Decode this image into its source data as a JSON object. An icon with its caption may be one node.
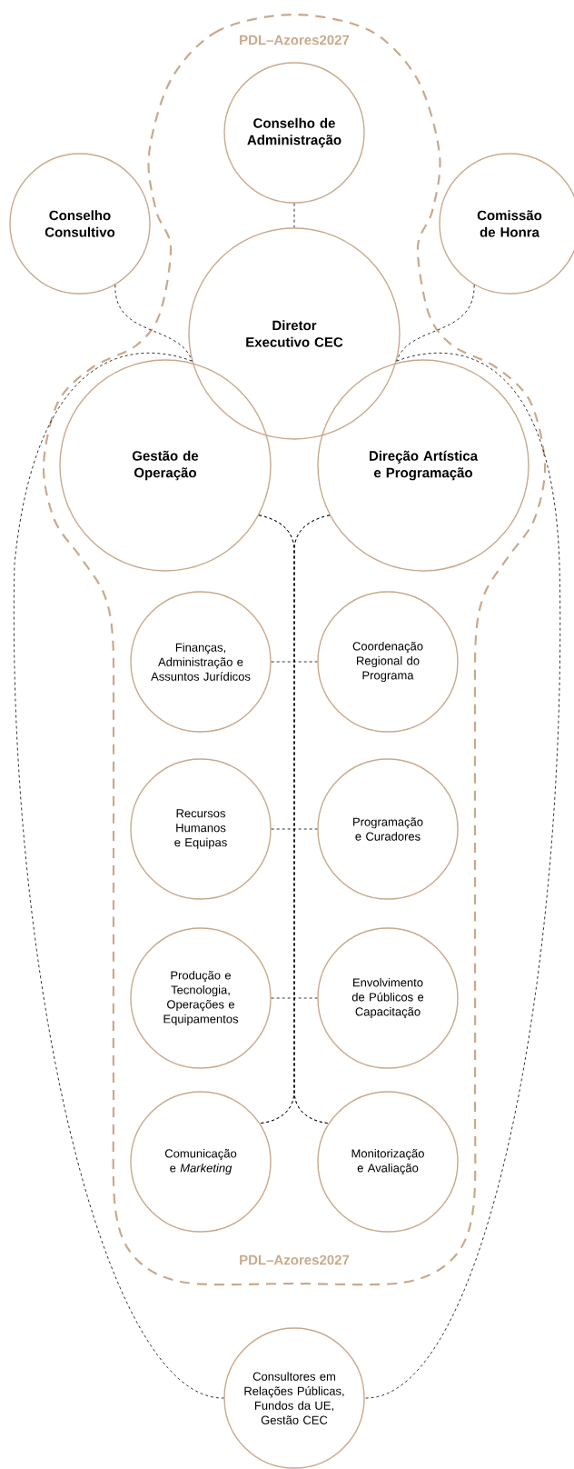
{
  "diagram": {
    "nodes": [
      {
        "text": [
          "PDL–Azores2027",
          "PDL–Azores2027"
        ]
      },
      {
        "text": [
          "Conselho de Administração"
        ],
        "in": 0
      },
      {
        "text": [
          "Conselho Consultivo"
        ]
      },
      {
        "text": [
          "Comissão de Honra"
        ]
      },
      {
        "text": [
          "Diretor Executivo CEC"
        ],
        "in": 0
      },
      {
        "text": [
          "Gestão de Operação"
        ],
        "in": 0
      },
      {
        "text": [
          "Direção Artística e Programação"
        ],
        "in": 0
      },
      {
        "text": [
          "Finanças, Administração e Assuntos Jurídicos"
        ],
        "in": 0
      },
      {
        "text": [
          "Coordenação Regional do Programa"
        ],
        "in": 0
      },
      {
        "text": [
          "Recursos Humanos e Equipas"
        ],
        "in": 0
      },
      {
        "text": [
          "Programação e Curadores"
        ],
        "in": 0
      },
      {
        "text": [
          "Produção e Tecnologia, Operações e Equipamentos"
        ],
        "in": 0
      },
      {
        "text": [
          "Envolvimento de Públicos e Capacitação"
        ],
        "in": 0
      },
      {
        "text": [
          "Comunicação e *Marketing*"
        ],
        "in": 0
      },
      {
        "text": [
          "Monitorização e Avaliação"
        ],
        "in": 0
      },
      {
        "text": [
          "Consultores em Relações Públicas, Fundos da UE, Gestão CEC"
        ]
      }
    ],
    "edges": [
      {
        "from": 1,
        "to": 4,
        "arrow": "none"
      },
      {
        "from": 2,
        "to": 4,
        "arrow": "none"
      },
      {
        "from": 3,
        "to": 4,
        "arrow": "none"
      },
      {
        "from": 4,
        "to": 15,
        "arrow": "none"
      },
      {
        "from": 4,
        "to": 15,
        "arrow": "none"
      },
      {
        "from": 5,
        "to": 13,
        "arrow": "none"
      },
      {
        "from": 5,
        "to": 14,
        "arrow": "none"
      },
      {
        "from": 6,
        "to": 13,
        "arrow": "none"
      },
      {
        "from": 6,
        "to": 14,
        "arrow": "none"
      },
      {
        "from": 7,
        "to": 8,
        "arrow": "none"
      },
      {
        "from": 9,
        "to": 10,
        "arrow": "none"
      },
      {
        "from": 11,
        "to": 12,
        "arrow": "none"
      }
    ]
  }
}
